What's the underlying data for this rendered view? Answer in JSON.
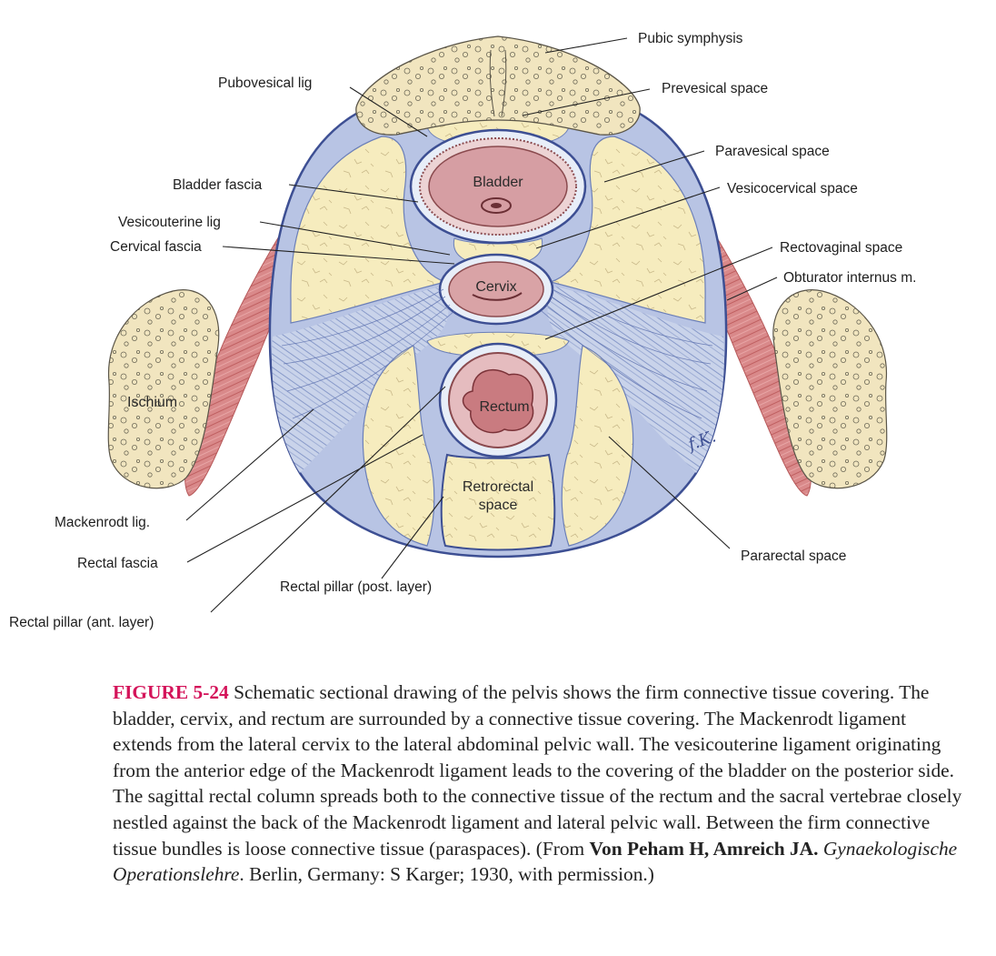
{
  "labels": {
    "pubic_symphysis": "Pubic symphysis",
    "pubovesical_lig": "Pubovesical lig",
    "prevesical_space": "Prevesical space",
    "paravesical_space": "Paravesical space",
    "bladder_fascia": "Bladder fascia",
    "vesicocervical_space": "Vesicocervical space",
    "vesicouterine_lig": "Vesicouterine lig",
    "cervical_fascia": "Cervical fascia",
    "rectovaginal_space": "Rectovaginal space",
    "obturator_internus": "Obturator internus m.",
    "ischium": "Ischium",
    "mackenrodt_lig": "Mackenrodt lig.",
    "rectal_fascia": "Rectal fascia",
    "pararectal_space": "Pararectal space",
    "rectal_pillar_post": "Rectal pillar (post. layer)",
    "rectal_pillar_ant": "Rectal pillar (ant. layer)"
  },
  "organs": {
    "bladder": "Bladder",
    "cervix": "Cervix",
    "rectum": "Rectum",
    "retrorectal_line1": "Retrorectal",
    "retrorectal_line2": "space"
  },
  "signature": "f.K.",
  "caption": {
    "figure_number": "FIGURE 5-24",
    "text_1": " Schematic sectional drawing of the pelvis shows the firm connective tissue covering. The bladder, cervix, and rectum are surrounded by a connective tissue covering. The Mackenrodt ligament extends from the lateral cervix to the lateral abdominal pelvic wall. The vesicouterine ligament originating from the anterior edge of the Mackenrodt ligament leads to the covering of the bladder on the posterior side. The sagittal rectal column spreads both to the connective tissue of the rectum and the sacral vertebrae closely nestled against the back of the Mackenrodt ligament and lateral pelvic wall. Between the firm connective tissue bundles is loose connective tissue (paraspaces). (From ",
    "authors": "Von Peham H, Amreich JA.",
    "text_2": " ",
    "book_title": "Gynaekologische Operationslehre",
    "text_3": ". Berlin, Germany: S Karger; 1930, with permission.)"
  },
  "colors": {
    "fat": "#f6ecbe",
    "fascia": "#8fa3cf",
    "fascia_dark": "#3d4f93",
    "muscle": "#d27b7b",
    "bone": "#f1e5bf",
    "organ": "#d9a3a6",
    "caption_accent": "#d4145a"
  }
}
